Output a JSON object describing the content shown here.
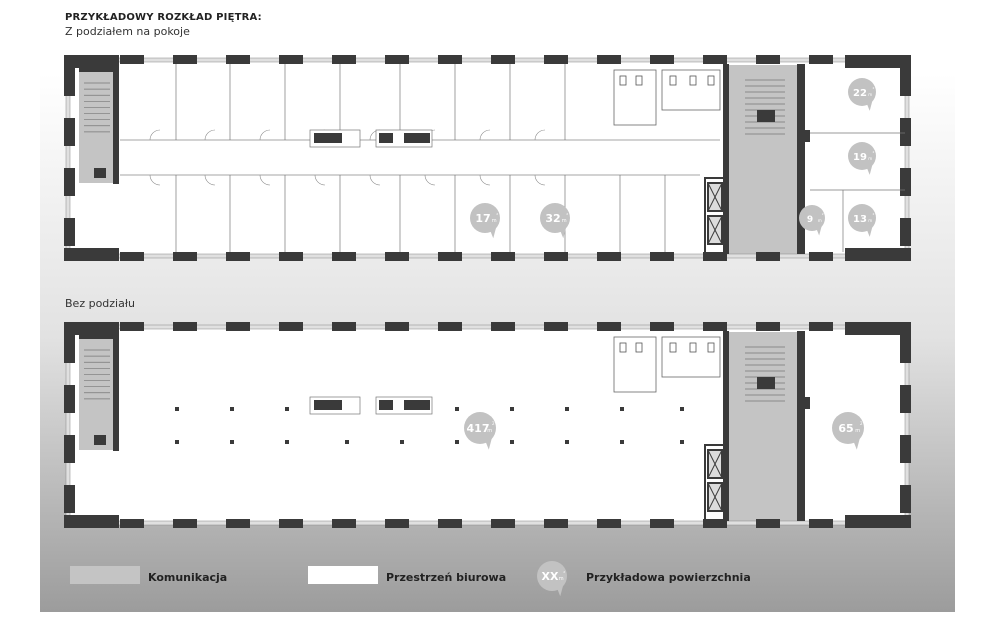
{
  "title": "PRZYKŁADOWY ROZKŁAD PIĘTRA:",
  "plan_top": {
    "label": "Z podziałem na pokoje",
    "areas": [
      {
        "value": "22",
        "unit": "m2"
      },
      {
        "value": "19",
        "unit": "m2"
      },
      {
        "value": "17",
        "unit": "m2"
      },
      {
        "value": "32",
        "unit": "m2"
      },
      {
        "value": "9",
        "unit": "m2"
      },
      {
        "value": "13",
        "unit": "m2"
      }
    ]
  },
  "plan_bottom": {
    "label": "Bez podziału",
    "areas": [
      {
        "value": "417",
        "unit": "m2"
      },
      {
        "value": "65",
        "unit": "m2"
      }
    ]
  },
  "legend": {
    "communication": "Komunikacja",
    "office_space": "Przestrzeń biurowa",
    "sample_area_marker": "XX",
    "sample_area_unit": "m2",
    "sample_area": "Przykładowa powierzchnia"
  },
  "colors": {
    "wall": "#3a3a3a",
    "communication": "#c4c4c4",
    "office": "#ffffff",
    "bubble": "#c2c2c2"
  }
}
